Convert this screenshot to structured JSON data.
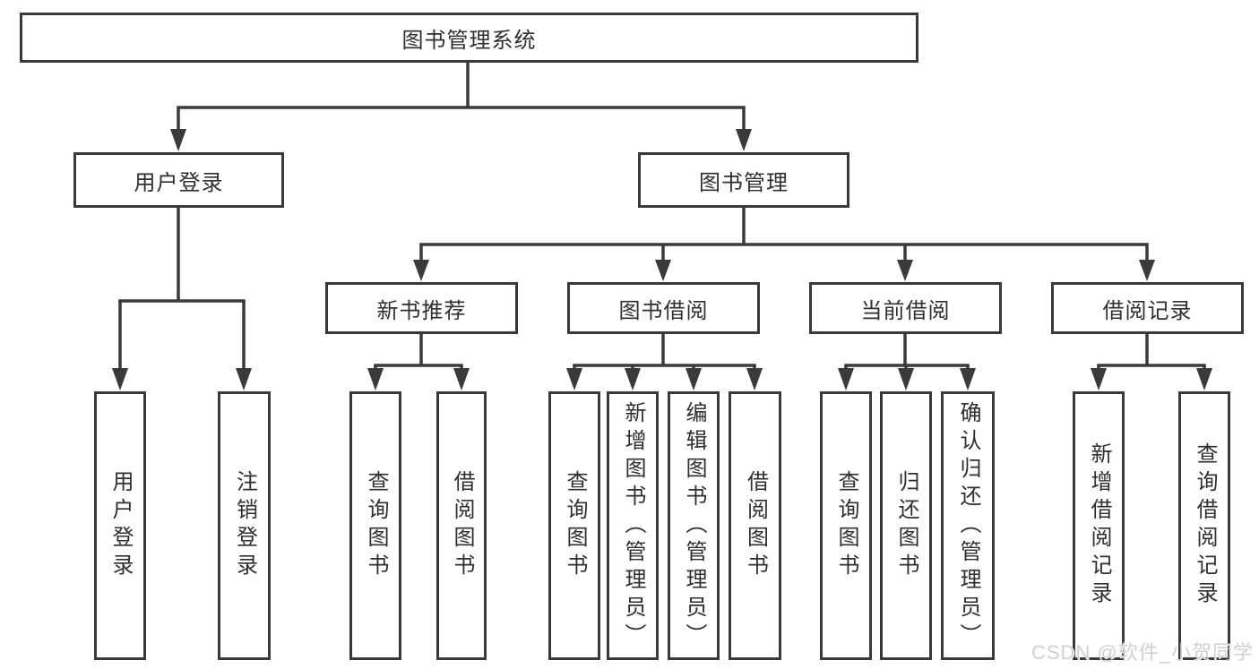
{
  "tree": {
    "label": "图书管理系统",
    "children": [
      {
        "label": "用户登录",
        "children": [
          {
            "label": "用户登录"
          },
          {
            "label": "注销登录"
          }
        ]
      },
      {
        "label": "图书管理",
        "children": [
          {
            "label": "新书推荐",
            "children": [
              {
                "label": "查询图书"
              },
              {
                "label": "借阅图书"
              }
            ]
          },
          {
            "label": "图书借阅",
            "children": [
              {
                "label": "查询图书"
              },
              {
                "label": "新增图书（管理员）"
              },
              {
                "label": "编辑图书（管理员）"
              },
              {
                "label": "借阅图书"
              }
            ]
          },
          {
            "label": "当前借阅",
            "children": [
              {
                "label": "查询图书"
              },
              {
                "label": "归还图书"
              },
              {
                "label": "确认归还（管理员）"
              }
            ]
          },
          {
            "label": "借阅记录",
            "children": [
              {
                "label": "新增借阅记录"
              },
              {
                "label": "查询借阅记录"
              }
            ]
          }
        ]
      }
    ]
  },
  "watermark": "CSDN @软件_小贺同学",
  "colors": {
    "line": "#3a3a3a",
    "text": "#2f2f33",
    "box_background": "#ffffff",
    "page_background": "#ffffff",
    "watermark": "#d5cfcf"
  }
}
